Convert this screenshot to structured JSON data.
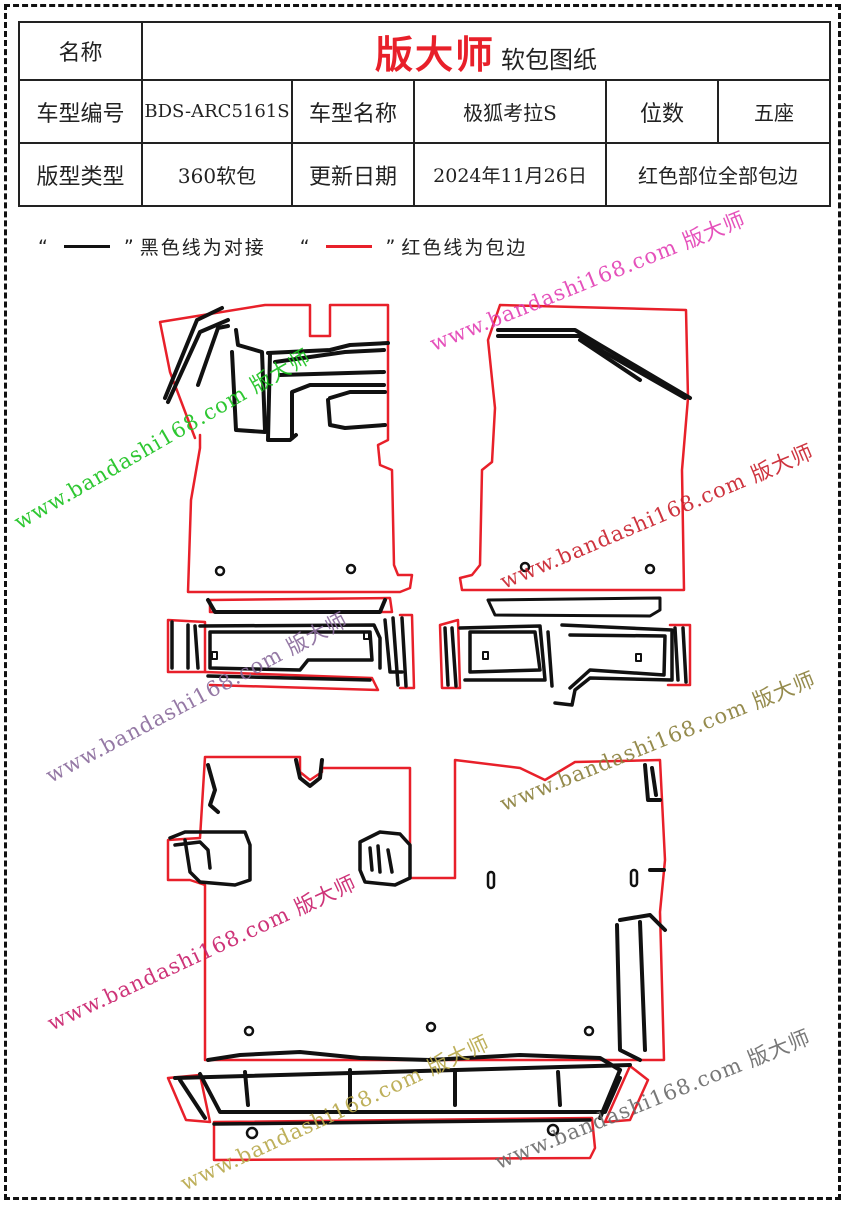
{
  "header": {
    "name_label": "名称",
    "brand": "版大师",
    "brand_suffix": "软包图纸",
    "model_code_label": "车型编号",
    "model_code": "BDS-ARC5161S",
    "model_name_label": "车型名称",
    "model_name": "极狐考拉S",
    "seats_label": "位数",
    "seats": "五座",
    "pattern_type_label": "版型类型",
    "pattern_type": "360软包",
    "update_date_label": "更新日期",
    "update_date": "2024年11月26日",
    "note": "红色部位全部包边"
  },
  "legend": {
    "quote_open": "“",
    "quote_close": "”",
    "black_text": "黑色线为对接",
    "red_text": "红色线为包边",
    "black_color": "#111111",
    "red_color": "#e8202a"
  },
  "watermark": {
    "text": "www.bandashi168.com 版大师",
    "colors": [
      "#18c21c",
      "#e33fb4",
      "#c91f2b",
      "#8a7f3a",
      "#8a6b9c",
      "#6a6a6a",
      "#b8a84a"
    ]
  },
  "colors": {
    "border_red": "#e8202a",
    "seam_black": "#111111"
  }
}
